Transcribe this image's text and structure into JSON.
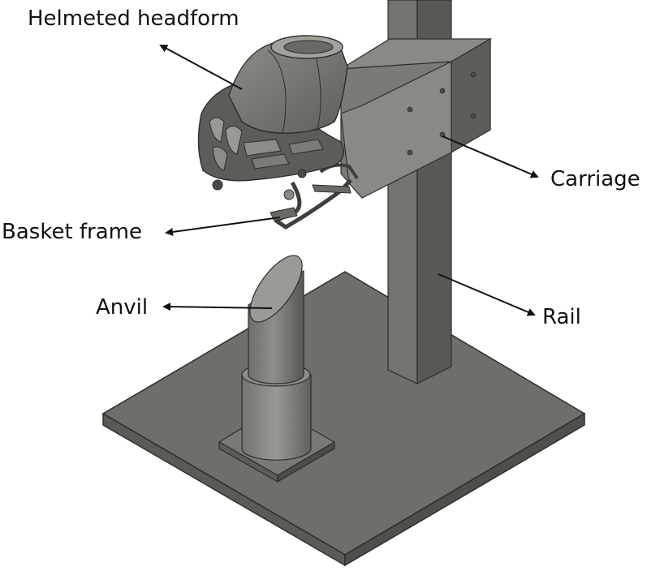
{
  "labels": {
    "headform": "Helmeted headform",
    "carriage": "Carriage",
    "basket_frame": "Basket frame",
    "anvil": "Anvil",
    "rail": "Rail"
  },
  "colors": {
    "metal_top": "#8a8a84",
    "metal_left": "#6c6c66",
    "metal_right": "#5a5a55",
    "edge": "#2e2e2c",
    "helmet": "#5c5c58",
    "headform": "#7d7d78",
    "arrow": "#111111"
  }
}
